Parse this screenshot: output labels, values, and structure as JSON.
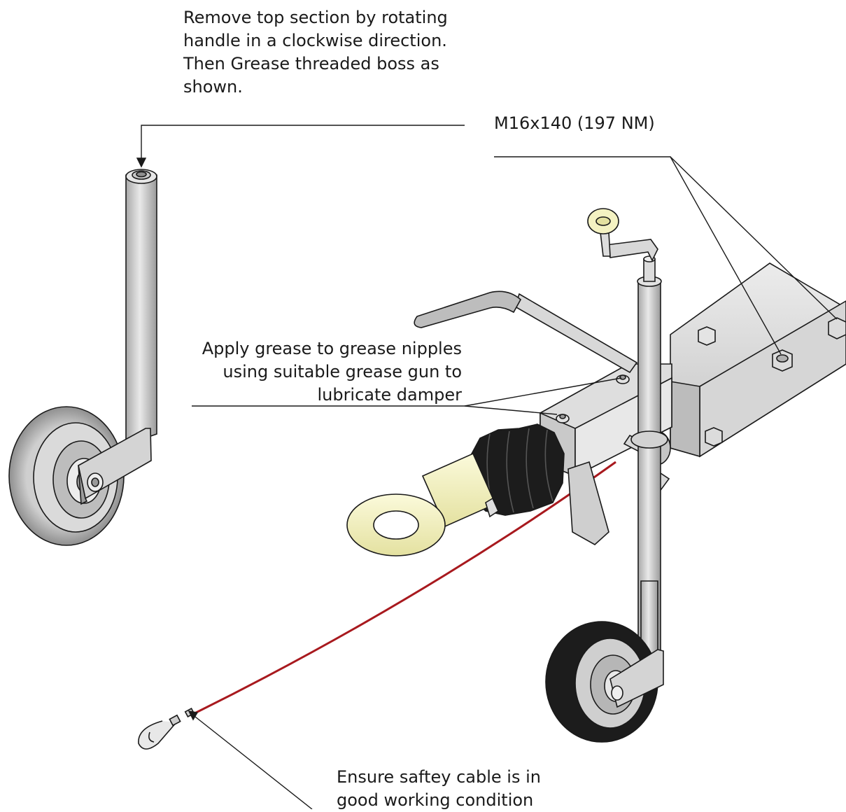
{
  "annotations": {
    "top_section": "Remove top section by rotating\nhandle in a clockwise direction.\nThen Grease threaded boss as\nshown.",
    "bolt_spec": "M16x140 (197 NM)",
    "grease_nipples": "Apply grease to grease nipples\nusing suitable grease gun to\nlubricate damper",
    "safety_cable": "Ensure saftey cable is in\ngood working condition"
  },
  "colors": {
    "line": "#1a1a1a",
    "metal_light": "#e4e4e4",
    "metal_mid": "#c8c8c8",
    "metal_dark": "#8e8e8e",
    "rubber": "#1c1c1c",
    "yellow_part": "#f4f2c2",
    "cable": "#a8191e"
  },
  "icons": [
    "jockey-wheel-detail",
    "drawbar-coupling-assembly",
    "towing-eye",
    "damper-bellows",
    "handbrake-lever",
    "crank-handle",
    "grease-nipple",
    "safety-cable-clip"
  ]
}
